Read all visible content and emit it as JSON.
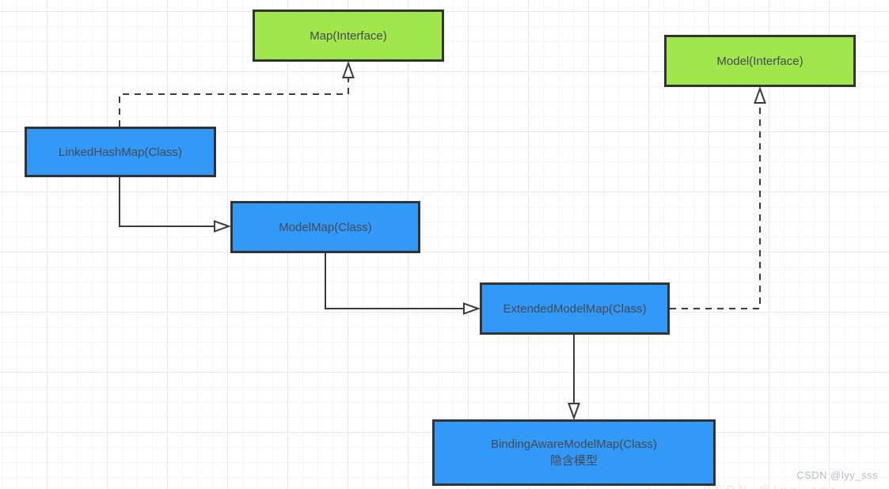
{
  "diagram": {
    "nodes": [
      {
        "id": "map-interface",
        "label": "Map(Interface)",
        "type": "interface",
        "fill": "#a2e64d"
      },
      {
        "id": "model-interface",
        "label": "Model(Interface)",
        "type": "interface",
        "fill": "#a2e64d"
      },
      {
        "id": "linkedhashmap",
        "label": "LinkedHashMap(Class)",
        "type": "class",
        "fill": "#3399f9"
      },
      {
        "id": "modelmap",
        "label": "ModelMap(Class)",
        "type": "class",
        "fill": "#3399f9"
      },
      {
        "id": "extendedmodelmap",
        "label": "ExtendedModelMap(Class)",
        "type": "class",
        "fill": "#3399f9"
      },
      {
        "id": "bindingawaremodelmap",
        "label": "BindingAwareModelMap(Class)",
        "sublabel": "隐含模型",
        "type": "class",
        "fill": "#3399f9"
      }
    ],
    "edges": [
      {
        "from": "linkedhashmap",
        "to": "map-interface",
        "style": "dashed",
        "kind": "realization",
        "arrowhead": "hollow-triangle"
      },
      {
        "from": "linkedhashmap",
        "to": "modelmap",
        "style": "solid",
        "kind": "generalization",
        "arrowhead": "hollow-triangle"
      },
      {
        "from": "modelmap",
        "to": "extendedmodelmap",
        "style": "solid",
        "kind": "generalization",
        "arrowhead": "hollow-triangle"
      },
      {
        "from": "extendedmodelmap",
        "to": "model-interface",
        "style": "dashed",
        "kind": "realization",
        "arrowhead": "hollow-triangle"
      },
      {
        "from": "extendedmodelmap",
        "to": "bindingawaremodelmap",
        "style": "solid",
        "kind": "generalization",
        "arrowhead": "hollow-triangle"
      }
    ],
    "colors": {
      "interface_fill": "#a2e64d",
      "class_fill": "#3399f9",
      "node_border": "#333333",
      "edge_stroke": "#3b3b3b",
      "grid_minor": "#f5f5f5",
      "grid_major": "#e9e9e9",
      "text": "#444a52"
    }
  },
  "watermark": {
    "text": "CSDN @lyy_sss"
  }
}
